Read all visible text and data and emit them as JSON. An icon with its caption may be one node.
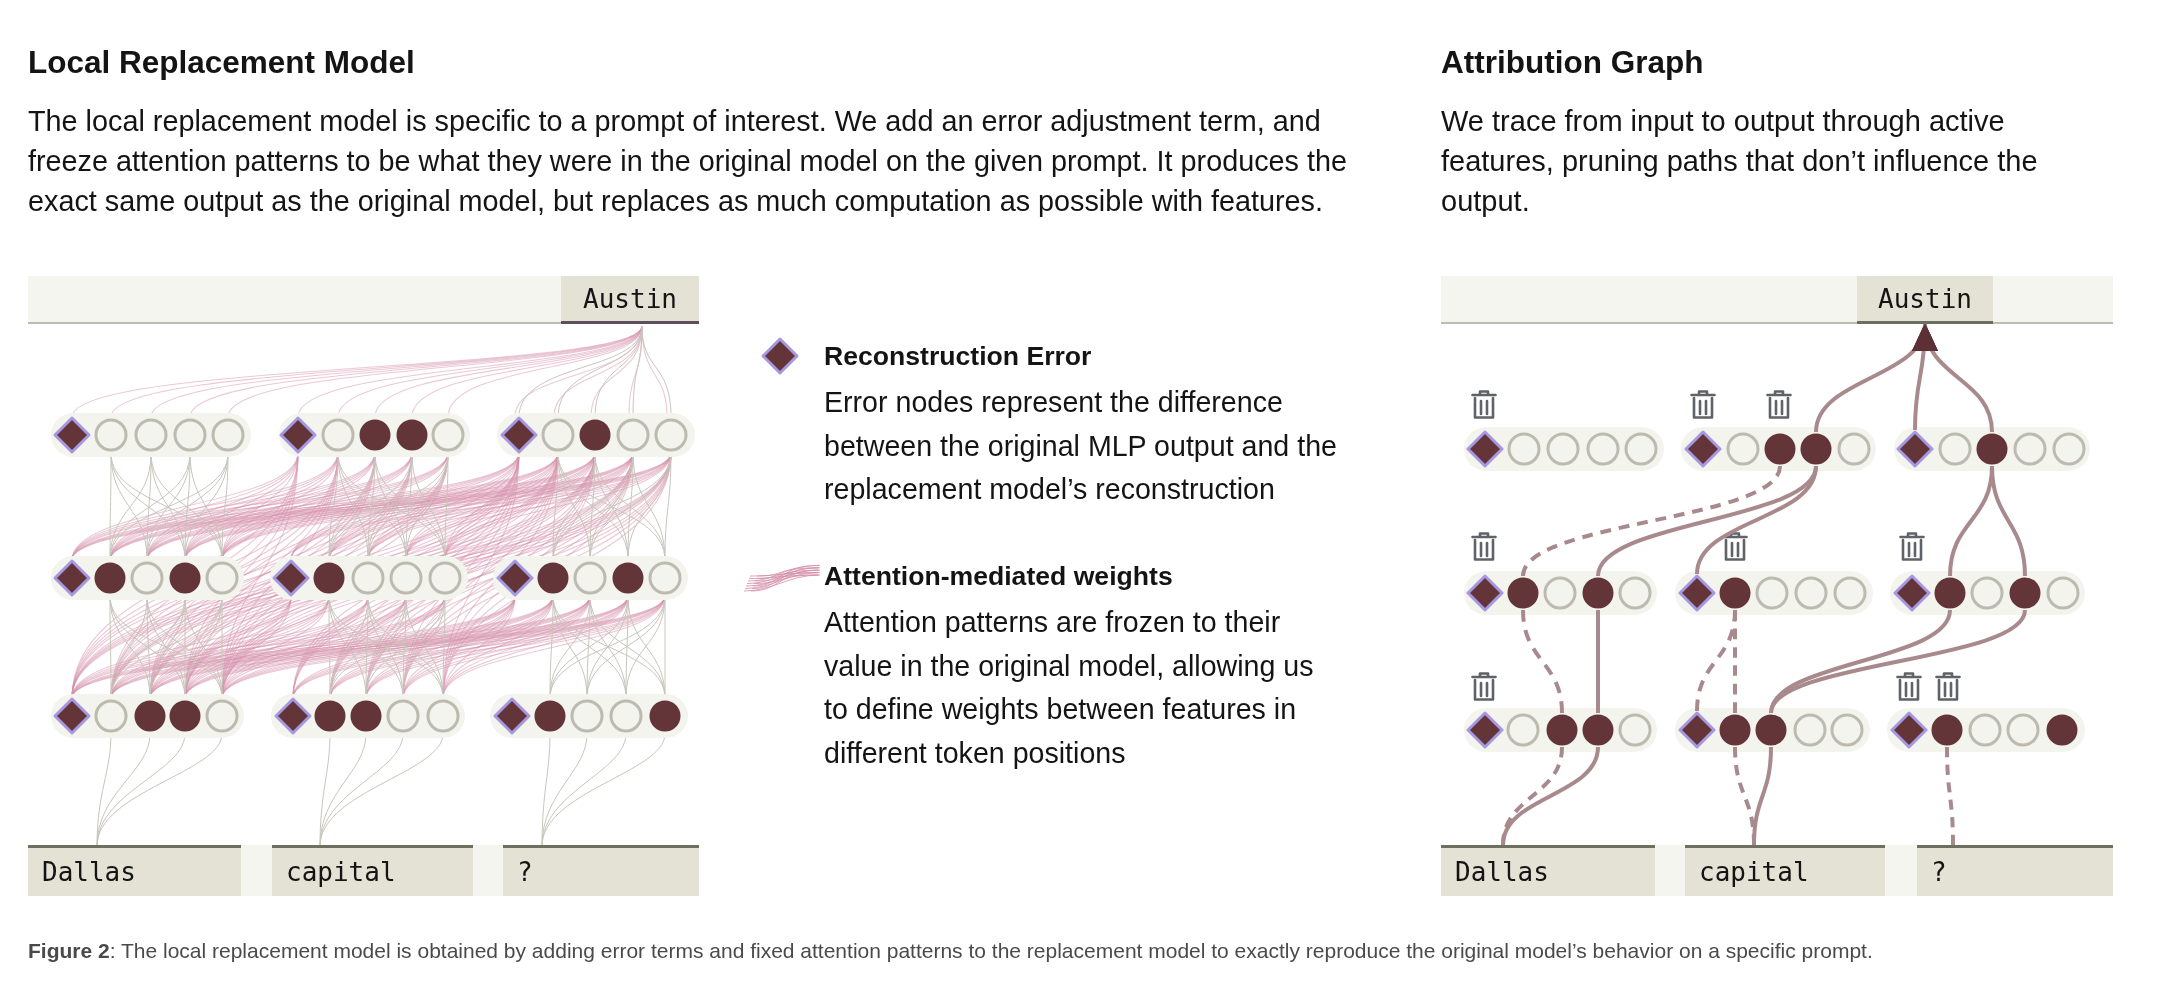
{
  "diagram": {
    "caption": "**Figure 2**: The local replacement model is obtained by adding error terms and fixed attention patterns to the replacement model to exactly reproduce the original model’s behavior on a specific prompt.",
    "nodes": [
      {
        "text": [
          "Austin"
        ]
      },
      {
        "text": [
          "Dallas"
        ]
      },
      {
        "text": [
          "capital"
        ]
      },
      {
        "text": [
          "?"
        ]
      },
      {
        "text": [
          "Austin"
        ]
      },
      {
        "text": [],
        "shape": "diamond"
      },
      {
        "text": [],
        "shape": "circle"
      },
      {
        "text": [],
        "shape": "circle"
      },
      {
        "text": [],
        "shape": "circle"
      },
      {
        "text": [],
        "shape": "circle"
      },
      {
        "text": [],
        "shape": "diamond"
      },
      {
        "text": [],
        "shape": "circle"
      },
      {
        "text": [],
        "shape": "circle"
      },
      {
        "text": [],
        "shape": "circle"
      },
      {
        "text": [],
        "shape": "circle"
      },
      {
        "text": [],
        "shape": "diamond"
      },
      {
        "text": [],
        "shape": "circle"
      },
      {
        "text": [],
        "shape": "circle"
      },
      {
        "text": [],
        "shape": "circle"
      },
      {
        "text": [],
        "shape": "circle"
      },
      {
        "text": [],
        "shape": "diamond"
      },
      {
        "text": [],
        "shape": "circle"
      },
      {
        "text": [],
        "shape": "circle"
      },
      {
        "text": [],
        "shape": "circle"
      },
      {
        "text": [],
        "shape": "circle"
      },
      {
        "text": [],
        "shape": "diamond"
      },
      {
        "text": [],
        "shape": "circle"
      },
      {
        "text": [],
        "shape": "circle"
      },
      {
        "text": [],
        "shape": "circle"
      },
      {
        "text": [],
        "shape": "circle"
      },
      {
        "text": [],
        "shape": "diamond"
      },
      {
        "text": [],
        "shape": "circle"
      },
      {
        "text": [],
        "shape": "circle"
      },
      {
        "text": [],
        "shape": "circle"
      },
      {
        "text": [],
        "shape": "circle"
      },
      {
        "text": [],
        "shape": "diamond"
      },
      {
        "text": [],
        "shape": "circle"
      },
      {
        "text": [],
        "shape": "circle"
      },
      {
        "text": [],
        "shape": "circle"
      },
      {
        "text": [],
        "shape": "circle"
      },
      {
        "text": [],
        "shape": "diamond"
      },
      {
        "text": [],
        "shape": "circle"
      },
      {
        "text": [],
        "shape": "circle"
      },
      {
        "text": [],
        "shape": "circle"
      },
      {
        "text": [],
        "shape": "circle"
      },
      {
        "text": [],
        "shape": "diamond"
      },
      {
        "text": [],
        "shape": "circle"
      },
      {
        "text": [],
        "shape": "circle"
      },
      {
        "text": [],
        "shape": "circle"
      },
      {
        "text": [],
        "shape": "circle"
      },
      {
        "text": [
          "Dallas"
        ]
      },
      {
        "text": [
          "capital"
        ]
      },
      {
        "text": [
          "?"
        ]
      }
    ],
    "edges": [
      {
        "from": 13,
        "to": 4,
        "arrow": "to"
      },
      {
        "from": 15,
        "to": 4,
        "arrow": "to"
      },
      {
        "from": 17,
        "to": 4,
        "arrow": "to"
      },
      {
        "from": 21,
        "to": 12,
        "arrow": "none",
        "style": "dashed"
      },
      {
        "from": 23,
        "to": 13,
        "arrow": "none"
      },
      {
        "from": 25,
        "to": 13,
        "arrow": "none"
      },
      {
        "from": 31,
        "to": 17,
        "arrow": "none"
      },
      {
        "from": 33,
        "to": 17,
        "arrow": "none"
      },
      {
        "from": 37,
        "to": 21,
        "arrow": "none",
        "style": "dashed"
      },
      {
        "from": 38,
        "to": 23,
        "arrow": "none"
      },
      {
        "from": 40,
        "to": 26,
        "arrow": "none",
        "style": "dashed"
      },
      {
        "from": 41,
        "to": 26,
        "arrow": "none",
        "style": "dashed"
      },
      {
        "from": 42,
        "to": 31,
        "arrow": "none"
      },
      {
        "from": 42,
        "to": 33,
        "arrow": "none"
      },
      {
        "from": 50,
        "to": 37,
        "arrow": "none",
        "style": "dashed"
      },
      {
        "from": 50,
        "to": 38,
        "arrow": "none"
      },
      {
        "from": 51,
        "to": 41,
        "arrow": "none",
        "style": "dashed"
      },
      {
        "from": 51,
        "to": 42,
        "arrow": "none"
      },
      {
        "from": 52,
        "to": 46,
        "arrow": "none",
        "style": "dashed"
      }
    ],
    "labels": [
      "Local Replacement Model",
      "The local replacement model is specific to a prompt of interest. We add an error adjustment term, and freeze attention patterns to be what they were in the original model on the given prompt. It produces the exact same output as the original model, but replaces as much computation as possible with features.",
      "Attribution Graph",
      "We trace from input to output through active features, pruning paths that don’t influence the output.",
      "Error nodes represent the difference between the original MLP output and the replacement model’s reconstruction",
      "Attention patterns are frozen to their value in the original model, allowing us to define weights between features in different token positions"
    ],
    "legend": [
      {
        "text": "Reconstruction Error"
      },
      {
        "text": "Attention-mediated weights"
      }
    ]
  }
}
